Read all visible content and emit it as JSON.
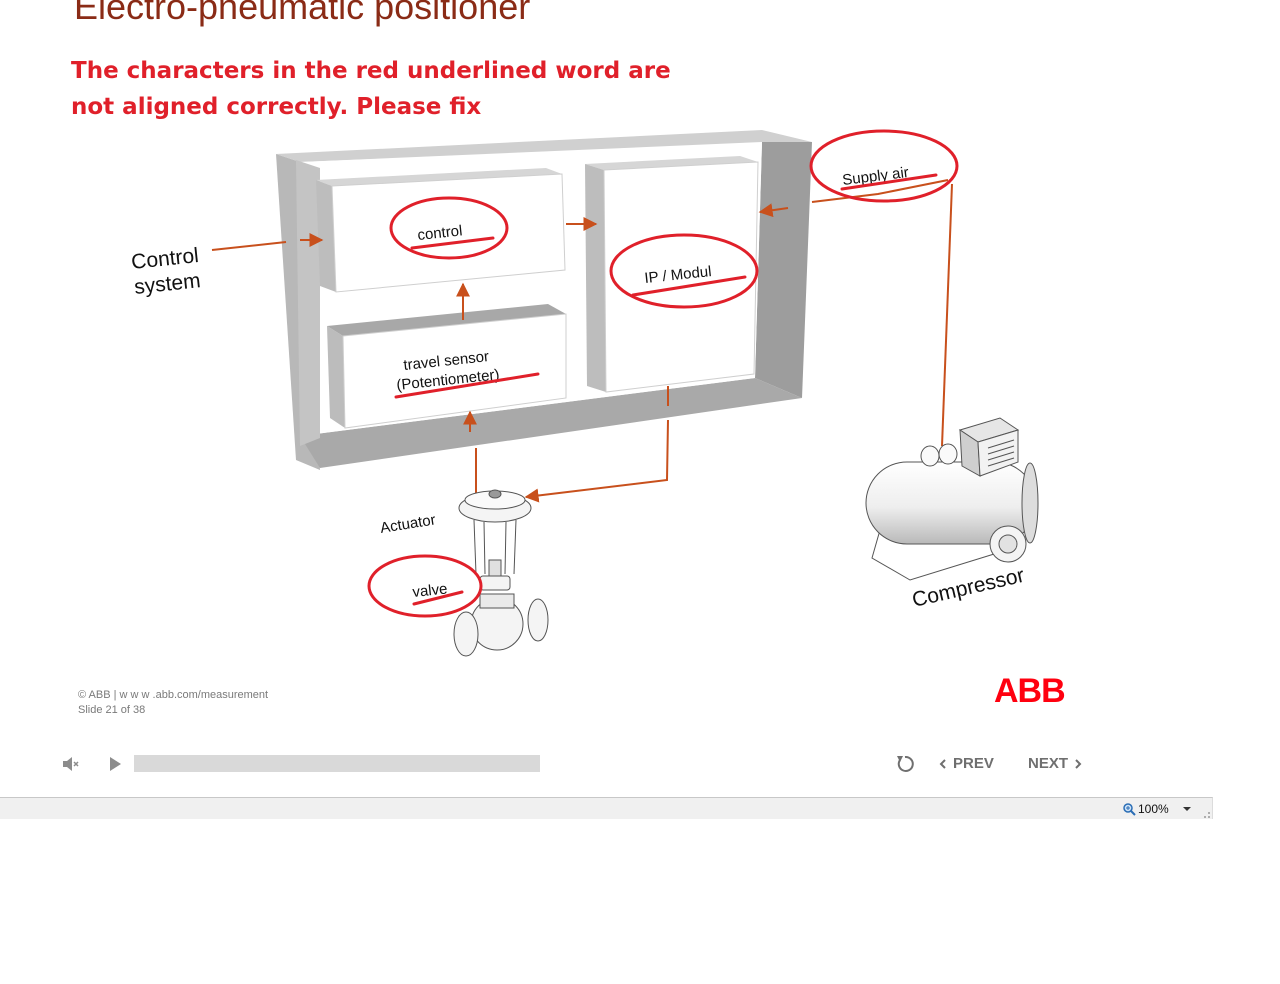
{
  "slide": {
    "title": "Electro-pneumatic positioner",
    "annotation_lines": [
      "The characters in the red underlined word are",
      "not aligned correctly. Please fix"
    ],
    "labels": {
      "control_system_line1": "Control",
      "control_system_line2": "system",
      "control": "control",
      "ip_modul": "IP / Modul",
      "supply_air": "Supply air",
      "travel_sensor_line1": "travel sensor",
      "travel_sensor_line2": "(Potentiometer)",
      "actuator": "Actuator",
      "valve": "valve",
      "compressor": "Compressor"
    },
    "footer": {
      "copyright": "© ABB | w w w .abb.com/measurement",
      "slide_counter": "Slide 21 of 38"
    },
    "logo_text": "ABB"
  },
  "player": {
    "prev_label": "PREV",
    "next_label": "NEXT",
    "progress": 0
  },
  "status_bar": {
    "zoom": "100%"
  },
  "colors": {
    "title": "#8a2b16",
    "annotation": "#e0202a",
    "arrows": "#c8501c",
    "markup_red": "#e0202a",
    "logo": "#ff000f"
  },
  "icons": [
    "speaker-mute-icon",
    "play-icon",
    "replay-icon",
    "chevron-left-icon",
    "chevron-right-icon",
    "zoom-icon",
    "dropdown-arrow-icon",
    "resize-grip-icon"
  ]
}
